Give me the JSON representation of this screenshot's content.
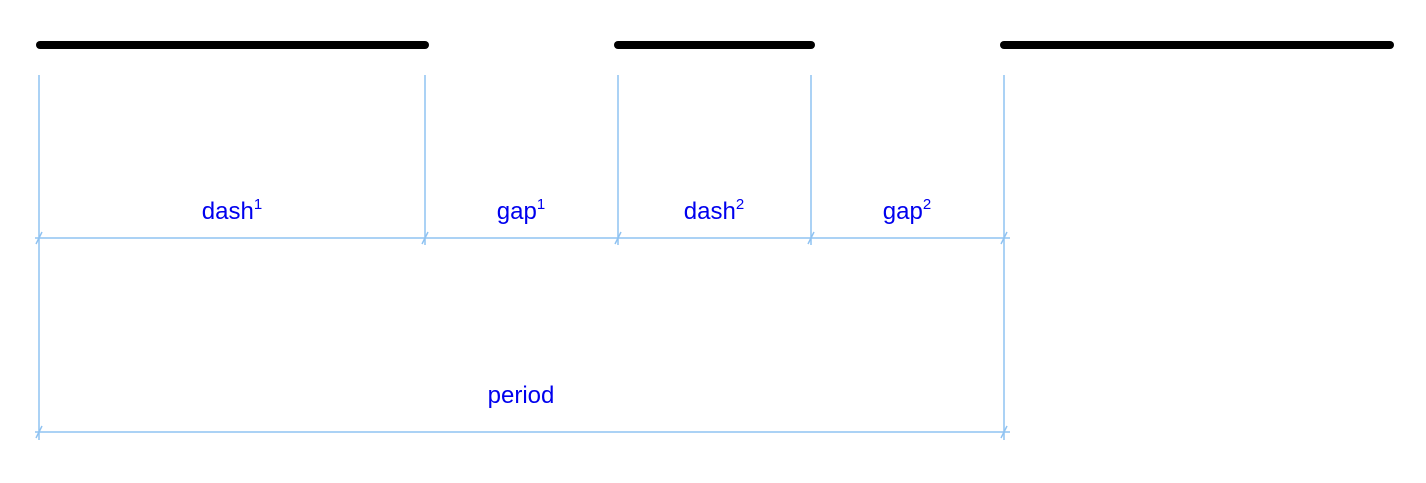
{
  "colors": {
    "dash": "#000000",
    "dimension": "#8fc3f2",
    "label": "#0000ee"
  },
  "labels": {
    "dash1": {
      "base": "dash",
      "sup": "1"
    },
    "gap1": {
      "base": "gap",
      "sup": "1"
    },
    "dash2": {
      "base": "dash",
      "sup": "2"
    },
    "gap2": {
      "base": "gap",
      "sup": "2"
    },
    "period": {
      "base": "period"
    }
  }
}
